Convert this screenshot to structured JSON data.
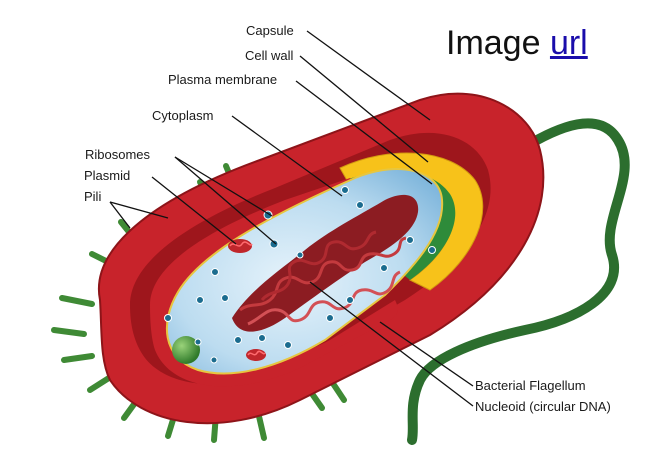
{
  "caption": {
    "prefix": "Image",
    "link_text": "url"
  },
  "labels": {
    "capsule": "Capsule",
    "cell_wall": "Cell wall",
    "plasma_membrane": "Plasma membrane",
    "cytoplasm": "Cytoplasm",
    "ribosomes": "Ribosomes",
    "plasmid": "Plasmid",
    "pili": "Pili",
    "flagellum": "Bacterial Flagellum",
    "nucleoid": "Nucleoid (circular DNA)"
  },
  "colors": {
    "capsule": "#c8232b",
    "capsule_dark": "#8e1419",
    "cell_wall": "#f7c21a",
    "plasma_membrane": "#2e8b3a",
    "cytoplasm": "#bcdcf0",
    "cytoplasm_deep": "#7fb6dc",
    "dna": "#a0262b",
    "flagellum": "#2c6e2e",
    "pili": "#3f8a35",
    "ribosome": "#1b6c8f",
    "plasmid": "#c0262b"
  }
}
